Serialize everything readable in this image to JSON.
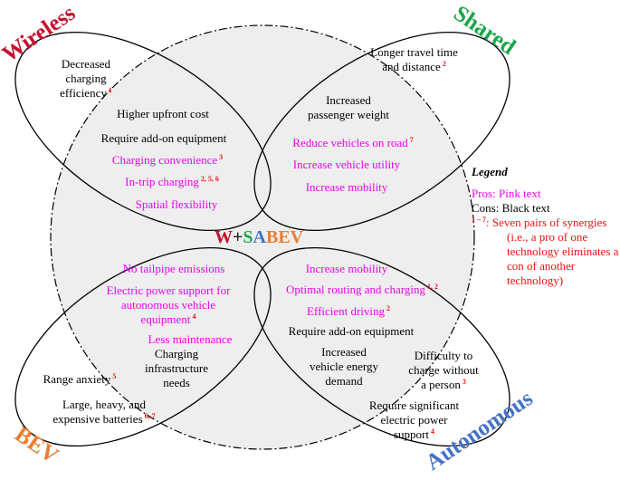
{
  "colors": {
    "pro": "#ee00ee",
    "con": "#000000",
    "synergy": "#ee1111",
    "wireless": "#c8102e",
    "shared": "#1aa64a",
    "bev": "#ed7d31",
    "autonomous": "#4472c4",
    "plus": "#222222",
    "center_fill": "#eeeeee"
  },
  "corners": {
    "wireless": "Wireless",
    "shared": "Shared",
    "bev": "BEV",
    "autonomous": "Autonomous"
  },
  "center_title": {
    "w": "W",
    "plus": "+",
    "s": "S",
    "a": "A",
    "bev": "BEV"
  },
  "wireless_items": {
    "decreased": [
      "Decreased",
      "charging",
      "efficiency"
    ],
    "decreased_sup": "1",
    "cost": "Higher upfront cost",
    "addon": "Require add-on equipment",
    "convenience": "Charging convenience",
    "convenience_sup": "3",
    "intrip": "In-trip charging",
    "intrip_sup": "2, 5, 6",
    "spatial": "Spatial flexibility"
  },
  "shared_items": {
    "travel": [
      "Longer travel time",
      "and distance"
    ],
    "travel_sup": "2",
    "weight": [
      "Increased",
      "passenger weight"
    ],
    "reduce": "Reduce vehicles on road",
    "reduce_sup": "7",
    "utility": "Increase vehicle utility",
    "mobility": "Increase mobility"
  },
  "bev_items": {
    "tailpipe": "No tailpipe emissions",
    "power": [
      "Electric power support for",
      "autonomous vehicle",
      "equipment"
    ],
    "power_sup": "4",
    "maintenance": "Less maintenance",
    "infra": [
      "Charging",
      "infrastructure",
      "needs"
    ],
    "range": "Range anxiety",
    "range_sup": "5",
    "batteries": [
      "Large, heavy, and",
      "expensive batteries"
    ],
    "batteries_sup": "6, 7"
  },
  "autonomous_items": {
    "mobility": "Increase mobility",
    "routing": "Optimal routing and charging",
    "routing_sup": "1, 2",
    "driving": "Efficient driving",
    "driving_sup": "2",
    "addon": "Require add-on equipment",
    "energy": [
      "Increased",
      "vehicle energy",
      "demand"
    ],
    "difficulty": [
      "Difficulty to",
      "charge without",
      "a person"
    ],
    "difficulty_sup": "3",
    "significant": [
      "Require significant",
      "electric power",
      "support"
    ],
    "significant_sup": "4"
  },
  "legend": {
    "title": "Legend",
    "pros": "Pros:  Pink text",
    "cons": "Cons: Black text",
    "syn_sup": "1 – 7",
    "syn": [
      ": Seven pairs of synergies",
      "(i.e., a pro of one",
      "technology eliminates a",
      "con of another",
      "technology)"
    ]
  }
}
